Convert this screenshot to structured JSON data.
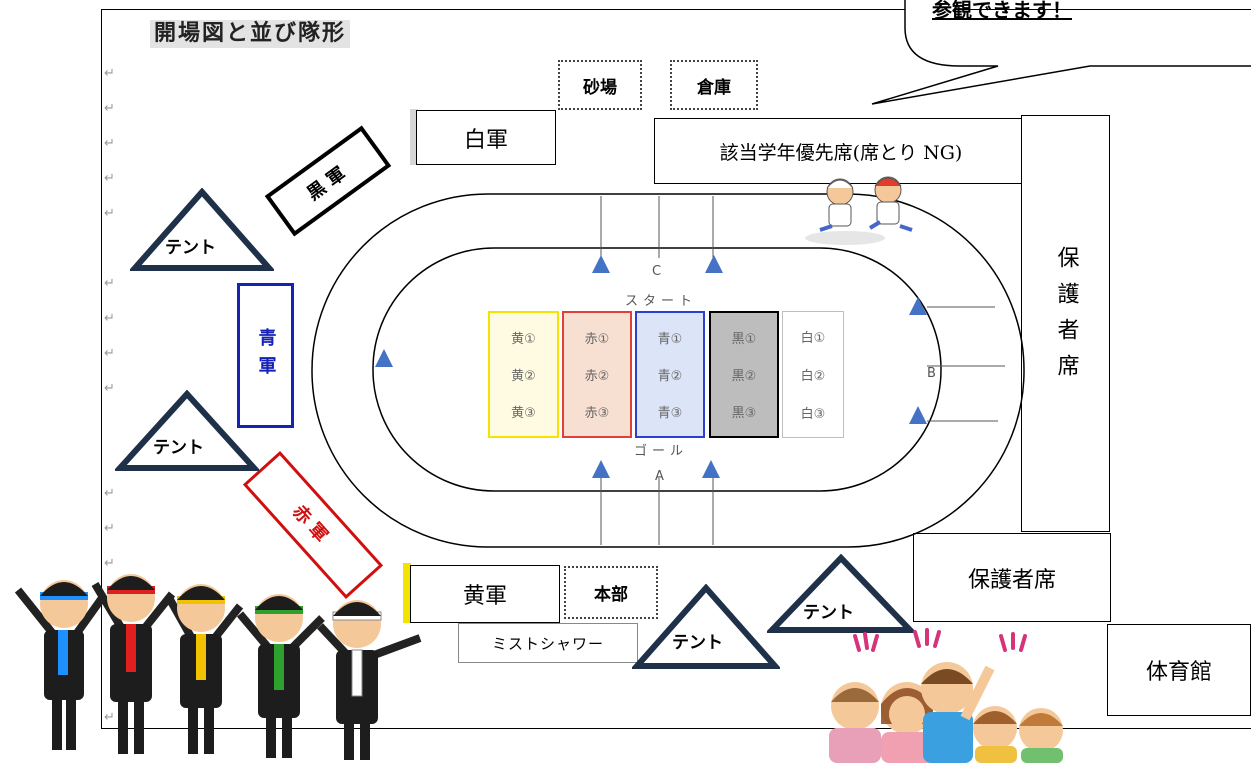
{
  "title": "開場図と並び隊形",
  "callout": {
    "text": "参観できます！"
  },
  "facilities": {
    "sandbox": "砂場",
    "storage": "倉庫",
    "hq": "本部",
    "mist_shower": "ミストシャワー",
    "gym": "体育館"
  },
  "seats": {
    "priority": "該当学年優先席(席とり NG)",
    "guardian_side": "保護者席",
    "guardian_bottom": "保護者席"
  },
  "teams": {
    "white": "白軍",
    "black": "黒軍",
    "blue": "青軍",
    "red": "赤軍",
    "yellow": "黄軍"
  },
  "tent_label": "テント",
  "track": {
    "lane_a": "A",
    "lane_b": "B",
    "lane_c": "C",
    "start": "スタート",
    "goal": "ゴール"
  },
  "formation": [
    {
      "team": "yellow",
      "color": "#f2e400",
      "fill": "#fffbe3",
      "rows": [
        "黄①",
        "黄②",
        "黄③"
      ]
    },
    {
      "team": "red",
      "color": "#e0403a",
      "fill": "#f7e0d2",
      "rows": [
        "赤①",
        "赤②",
        "赤③"
      ]
    },
    {
      "team": "blue",
      "color": "#2c3fd0",
      "fill": "#dce4f7",
      "rows": [
        "青①",
        "青②",
        "青③"
      ]
    },
    {
      "team": "black",
      "color": "#000000",
      "fill": "#bdbdbd",
      "rows": [
        "黒①",
        "黒②",
        "黒③"
      ]
    },
    {
      "team": "white",
      "color": "#bfbfbf",
      "fill": "#ffffff",
      "rows": [
        "白①",
        "白②",
        "白③"
      ]
    }
  ],
  "colors": {
    "tent_stroke": "#1f3049",
    "marker": "#4472c4",
    "blue_team": "#1621b8",
    "red_team": "#d10f0f"
  }
}
